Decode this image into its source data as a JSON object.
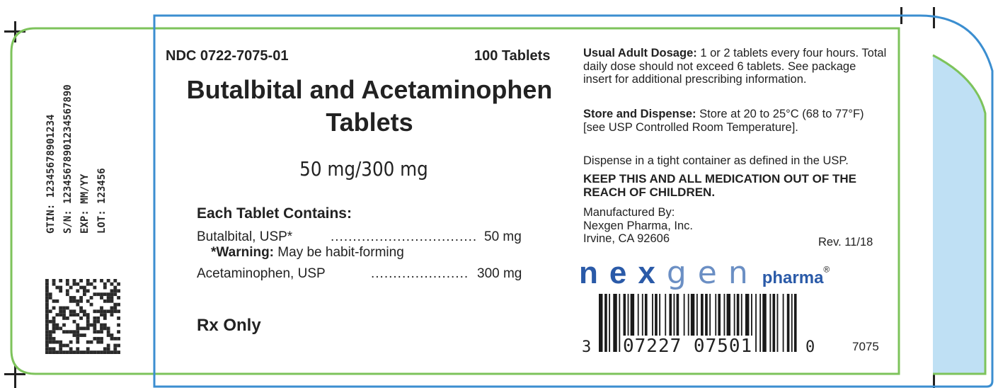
{
  "colors": {
    "outline_blue": "#3b8ed0",
    "outline_green": "#7dc35b",
    "tab_fill": "#bfe0f4",
    "logo_blue": "#2a5aa8"
  },
  "side_panel": {
    "lines": [
      "GTIN: 12345678901234",
      "S/N: 12345678901234567890",
      "EXP: MM/YY",
      "LOT: 123456"
    ]
  },
  "label": {
    "ndc": "NDC 0722-7075-01",
    "count": "100 Tablets",
    "drug_name_line1": "Butalbital and Acetaminophen",
    "drug_name_line2": "Tablets",
    "strength": "50 mg/300 mg",
    "each_tablet_title": "Each Tablet Contains:",
    "ingredient1_name": "Butalbital, USP*",
    "ingredient1_dots": ".................................",
    "ingredient1_amount": "50 mg",
    "warning_bold": "*Warning:",
    "warning_text": " May be habit-forming",
    "ingredient2_name": "Acetaminophen, USP",
    "ingredient2_dots": "......................",
    "ingredient2_amount": "300 mg",
    "rx_only": "Rx Only"
  },
  "info": {
    "dosage_label": "Usual Adult Dosage:",
    "dosage_text": " 1 or 2 tablets every four hours. Total daily dose should not exceed 6 tablets. See package insert for additional prescribing information.",
    "storage_label": "Store and Dispense:",
    "storage_text": " Store at 20 to 25°C (68 to 77°F) [see USP Controlled Room Temperature].",
    "dispense_text": "Dispense in a tight container as defined in the USP.",
    "keep_away": "KEEP THIS AND ALL MEDICATION OUT OF THE REACH OF CHILDREN.",
    "mfg_line1": "Manufactured By:",
    "mfg_line2": "Nexgen Pharma, Inc.",
    "mfg_line3": "Irvine, CA 92606",
    "revision": "Rev. 11/18"
  },
  "logo": {
    "part1": "nex",
    "part2": "gen",
    "part3": "pharma",
    "mark": "®"
  },
  "barcode": {
    "digit_left": "3",
    "digits_middle": "07227 07501",
    "digit_right": "0",
    "item_number": "7075",
    "bars": [
      3,
      1,
      2,
      1,
      1,
      2,
      3,
      1,
      1,
      2,
      2,
      1,
      1,
      1,
      3,
      2,
      1,
      2,
      1,
      1,
      2,
      3,
      1,
      1,
      2,
      1,
      1,
      3,
      1,
      2,
      2,
      1,
      1,
      1,
      2,
      3,
      1,
      2,
      1,
      1,
      3,
      1,
      1,
      2,
      2,
      1,
      2,
      1,
      1,
      3,
      1,
      1,
      2,
      2,
      1,
      1,
      3,
      2,
      1,
      1,
      2,
      1,
      1,
      2,
      3,
      1,
      1,
      2,
      1,
      2,
      1,
      1,
      3,
      2,
      1,
      1,
      2,
      1,
      1,
      3,
      1,
      2,
      2,
      1,
      1,
      1,
      2,
      1
    ]
  }
}
